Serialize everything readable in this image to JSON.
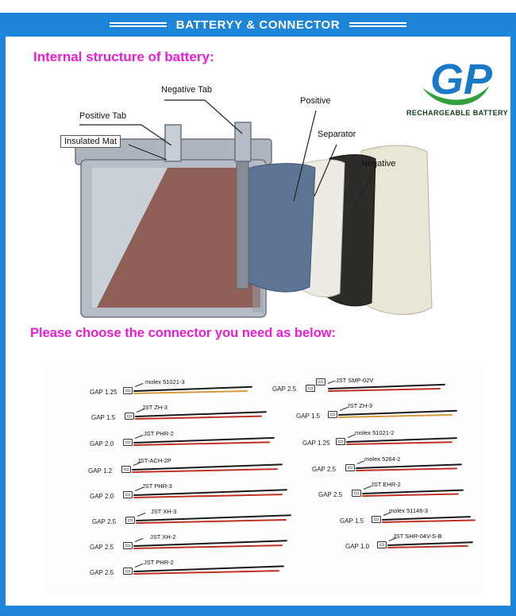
{
  "header": {
    "title": "BATTERYY & CONNECTOR"
  },
  "headings": {
    "battery": "Internal structure of battery:",
    "connector": "Please choose the connector you need as below:"
  },
  "logo": {
    "mark": "GP",
    "subtitle": "RECHARGEABLE BATTERY"
  },
  "battery_labels": {
    "negative_tab": "Negative Tab",
    "positive_tab": "Positive Tab",
    "insulated_mat": "Insulated Mat",
    "positive": "Positive",
    "separator": "Separator",
    "negative": "Negative"
  },
  "connectors": {
    "left": [
      {
        "gap": "GAP 1.25",
        "name": "molex 51021-3"
      },
      {
        "gap": "GAP 1.5",
        "name": "JST ZH-3"
      },
      {
        "gap": "GAP 2.0",
        "name": "JST PHR-2"
      },
      {
        "gap": "GAP 1.2",
        "name": "JST-ACH-2P"
      },
      {
        "gap": "GAP 2.0",
        "name": "JST PHR-3"
      },
      {
        "gap": "GAP 2.5",
        "name": "JST XH-3"
      },
      {
        "gap": "GAP 2.5",
        "name": "JST XH-2"
      },
      {
        "gap": "GAP 2.5",
        "name": "JST PHR-2"
      }
    ],
    "right": [
      {
        "gap": "GAP 2.5",
        "name": "JST SMP-02V"
      },
      {
        "gap": "GAP 1.5",
        "name": "JST ZH-3"
      },
      {
        "gap": "GAP 1.25",
        "name": "molex 51021-2"
      },
      {
        "gap": "GAP 2.5",
        "name": "molex 5264-2"
      },
      {
        "gap": "GAP 2.5",
        "name": "JST EHR-2"
      },
      {
        "gap": "GAP 1.5",
        "name": "molex 51146-3"
      },
      {
        "gap": "GAP 1.0",
        "name": "JST SHR-04V-S-B"
      }
    ]
  },
  "colors": {
    "frame_blue": "#1d86d8",
    "heading_magenta": "#ee1bd6",
    "wire_black": "#1a1a1a",
    "wire_red": "#c03024",
    "wire_orange": "#d79a3c",
    "logo_blue": "#1b79c9",
    "logo_green": "#33a03e"
  }
}
